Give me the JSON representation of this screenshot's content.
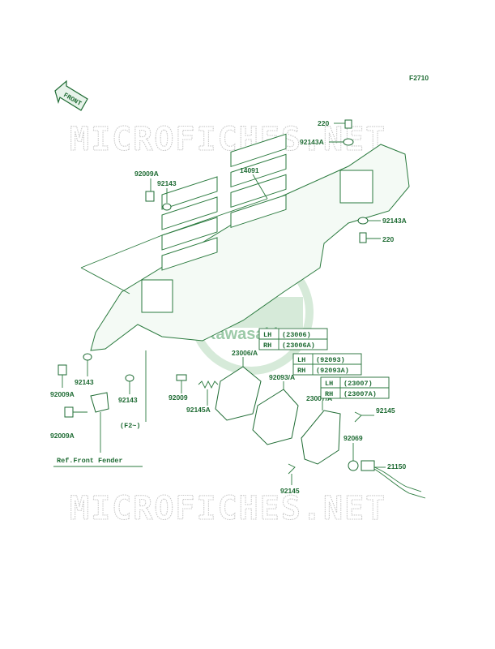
{
  "figure_code": "F2710",
  "front_arrow_label": "FRONT",
  "watermark_text": "MICROFICHES.NET",
  "logo_text": "Kawasaki",
  "colors": {
    "line": "#1e6b33",
    "watermark": "#c8c8c8",
    "logo": "#cfe6d5"
  },
  "parts": {
    "p220_top": "220",
    "p92143A_top": "92143A",
    "p14091": "14091",
    "p92009A_top": "92009A",
    "p92143_top": "92143",
    "p92143A_right": "92143A",
    "p220_right": "220",
    "p92143_left": "92143",
    "p92009A_left": "92009A",
    "p92143_mid": "92143",
    "p92009A_low": "92009A",
    "p23006A": "23006/A",
    "p92093A": "92093/A",
    "p23007A": "23007/A",
    "p92009": "92009",
    "p92145A": "92145A",
    "p92145_right": "92145",
    "p92069": "92069",
    "p21150": "21150",
    "p92145_low": "92145"
  },
  "tables": {
    "t23006": {
      "lh_side": "LH",
      "lh_no": "(23006)",
      "rh_side": "RH",
      "rh_no": "(23006A)"
    },
    "t92093": {
      "lh_side": "LH",
      "lh_no": "(92093)",
      "rh_side": "RH",
      "rh_no": "(92093A)"
    },
    "t23007": {
      "lh_side": "LH",
      "lh_no": "(23007)",
      "rh_side": "RH",
      "rh_no": "(23007A)"
    }
  },
  "notes": {
    "f2": "(F2~)",
    "ref_fender": "Ref.Front Fender"
  }
}
